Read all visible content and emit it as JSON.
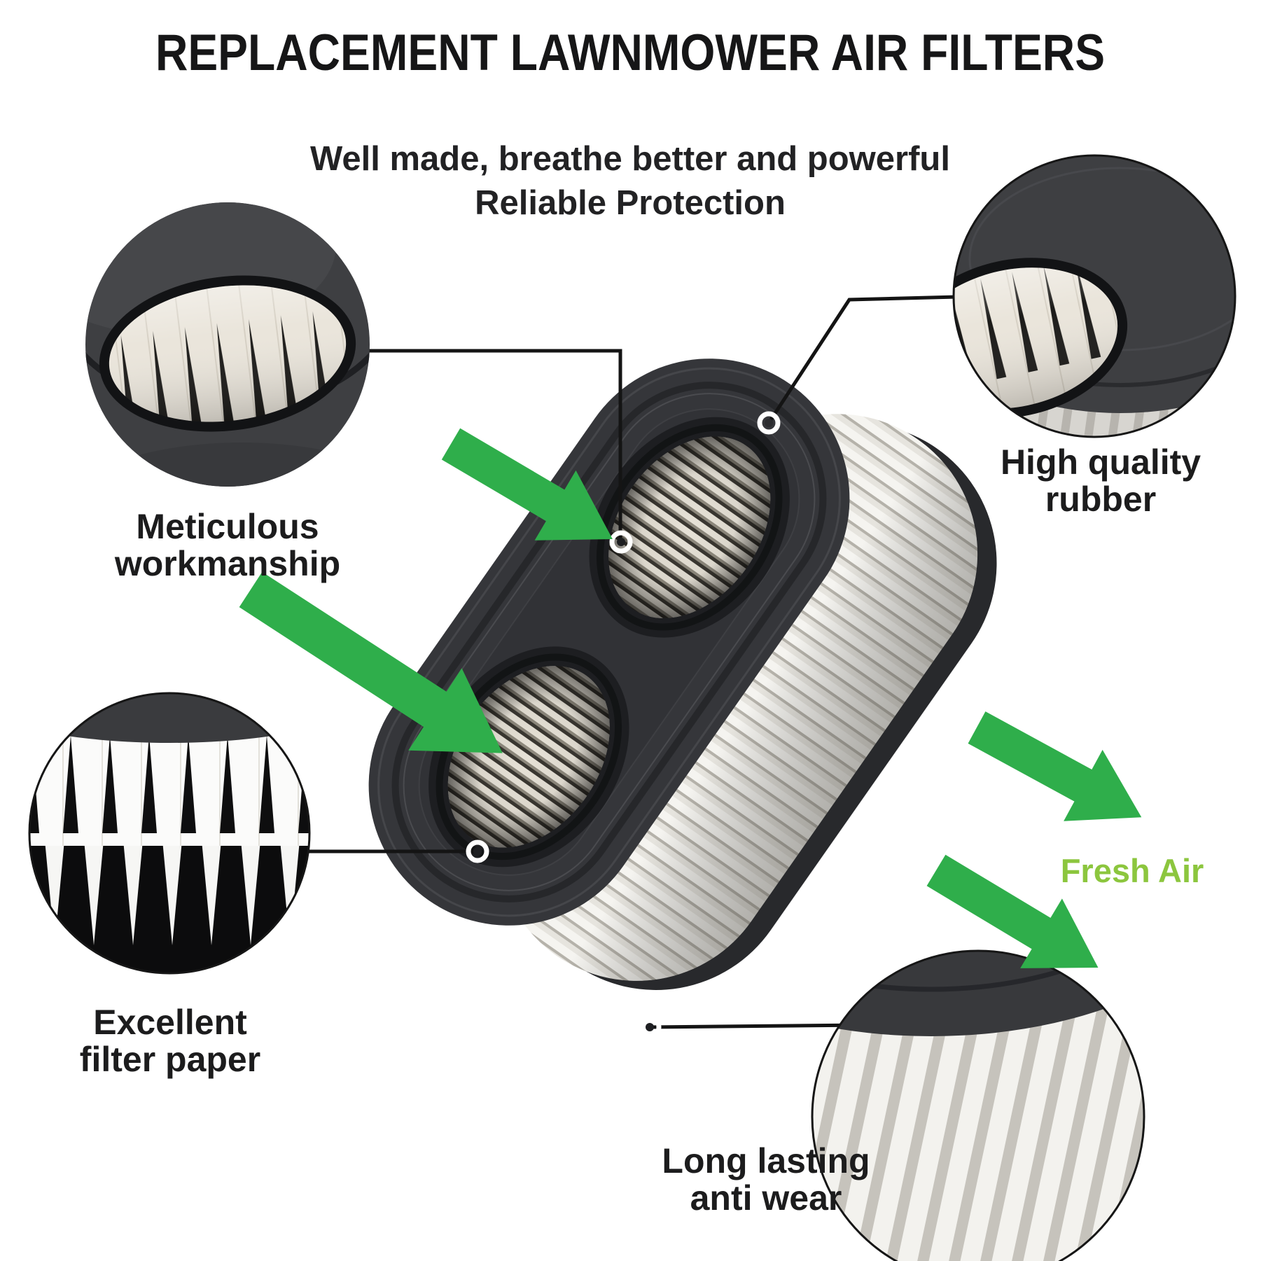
{
  "header": {
    "title": "REPLACEMENT LAWNMOWER AIR FILTERS",
    "subtitle_line1": "Well made, breathe better and powerful",
    "subtitle_line2": "Reliable Protection"
  },
  "callouts": {
    "workmanship": {
      "line1": "Meticulous",
      "line2": "workmanship"
    },
    "rubber": {
      "line1": "High quality",
      "line2": "rubber"
    },
    "paper": {
      "line1": "Excellent",
      "line2": "filter paper"
    },
    "wear": {
      "line1": "Long lasting",
      "line2": "anti wear"
    }
  },
  "flow": {
    "label": "Fresh Air"
  },
  "icons": {
    "green_arrow": "airflow-direction-arrow",
    "ring_marker": "callout-point-marker"
  },
  "colors": {
    "arrow_green": "#2fae4b",
    "fresh_air_green": "#8cc63e",
    "text_dark": "#1c1c1d",
    "callout_line": "#141414",
    "rubber_dark": "#35363a",
    "pleat_white": "#f5f4f0"
  }
}
